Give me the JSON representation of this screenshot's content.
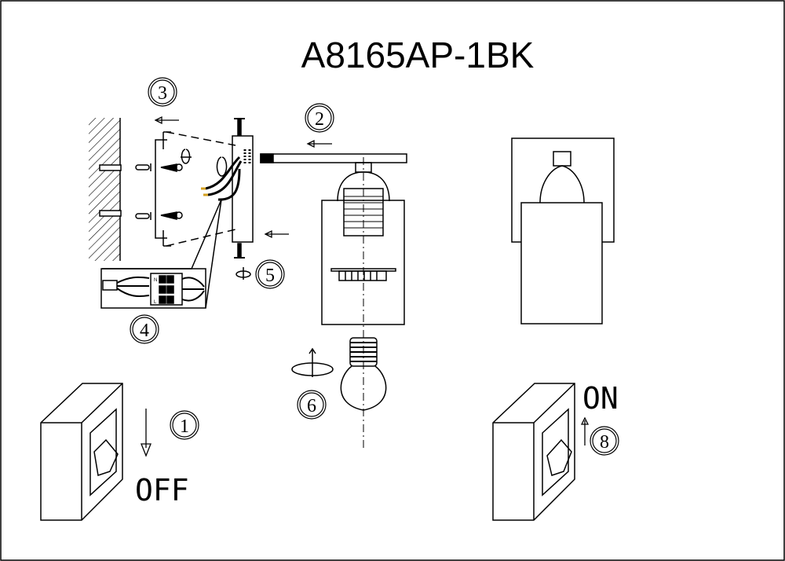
{
  "title": "A8165AP-1BK",
  "steps": {
    "s1": "1",
    "s2": "2",
    "s3": "3",
    "s4": "4",
    "s5": "5",
    "s6": "6",
    "s8": "8"
  },
  "labels": {
    "off": "OFF",
    "on": "ON"
  },
  "terminal": {
    "n": "N",
    "l": "L"
  },
  "colors": {
    "line": "#000000",
    "wire_tip": "#d4a020"
  }
}
